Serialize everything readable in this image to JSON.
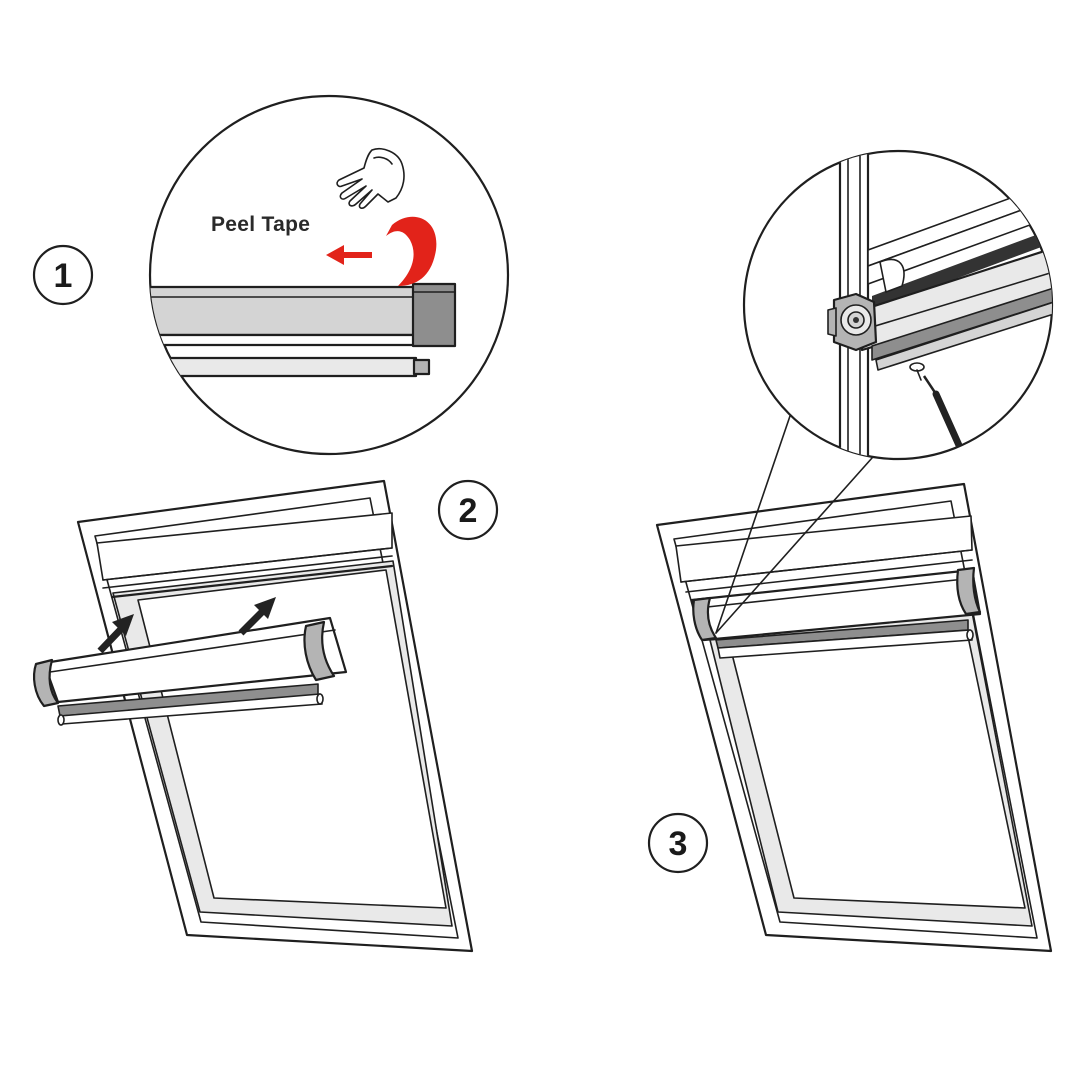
{
  "steps": [
    {
      "number": "1"
    },
    {
      "number": "2"
    },
    {
      "number": "3"
    }
  ],
  "step1": {
    "instruction": "Peel Tape"
  },
  "colors": {
    "tape_red": "#e2231a",
    "line": "#1f1f1f",
    "frame_fill": "#e9e9e9",
    "rail_grey": "#b4b4b4",
    "cap_grey": "#8e8e8e"
  },
  "icons": [
    "hand-icon",
    "arrow-left-icon",
    "arrow-up-right-icon",
    "screwdriver-icon"
  ]
}
